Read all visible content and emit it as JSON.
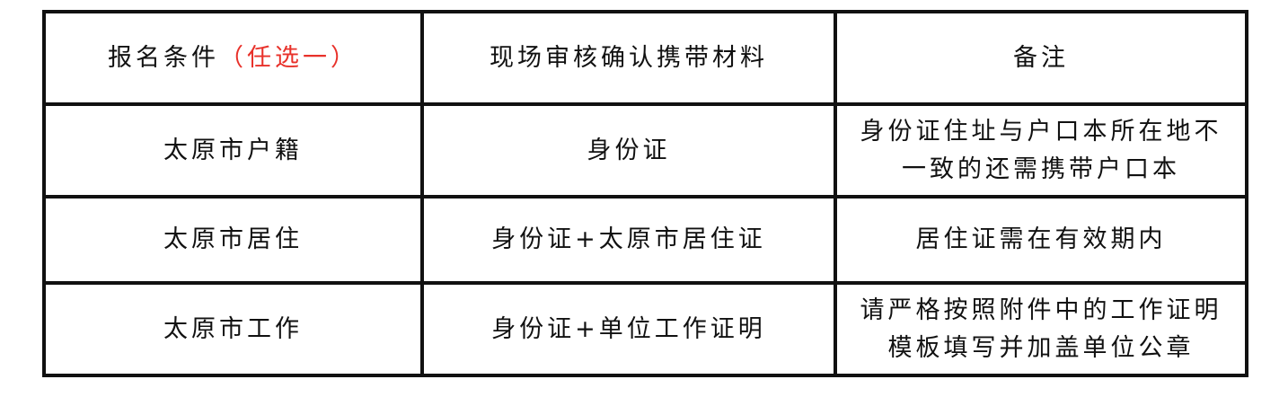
{
  "table": {
    "header": {
      "col1_main": "报名条件",
      "col1_note": "（任选一）",
      "col2": "现场审核确认携带材料",
      "col3": "备注"
    },
    "rows": [
      {
        "condition": "太原市户籍",
        "materials": "身份证",
        "remark_line1": "身份证住址与户口本所在地不",
        "remark_line2": "一致的还需携带户口本"
      },
      {
        "condition": "太原市居住",
        "materials": "身份证+太原市居住证",
        "remark_line1": "居住证需在有效期内",
        "remark_line2": ""
      },
      {
        "condition": "太原市工作",
        "materials": "身份证+单位工作证明",
        "remark_line1": "请严格按照附件中的工作证明",
        "remark_line2": "模板填写并加盖单位公章"
      }
    ]
  },
  "colors": {
    "border": "#111111",
    "highlight": "#e8312a"
  }
}
